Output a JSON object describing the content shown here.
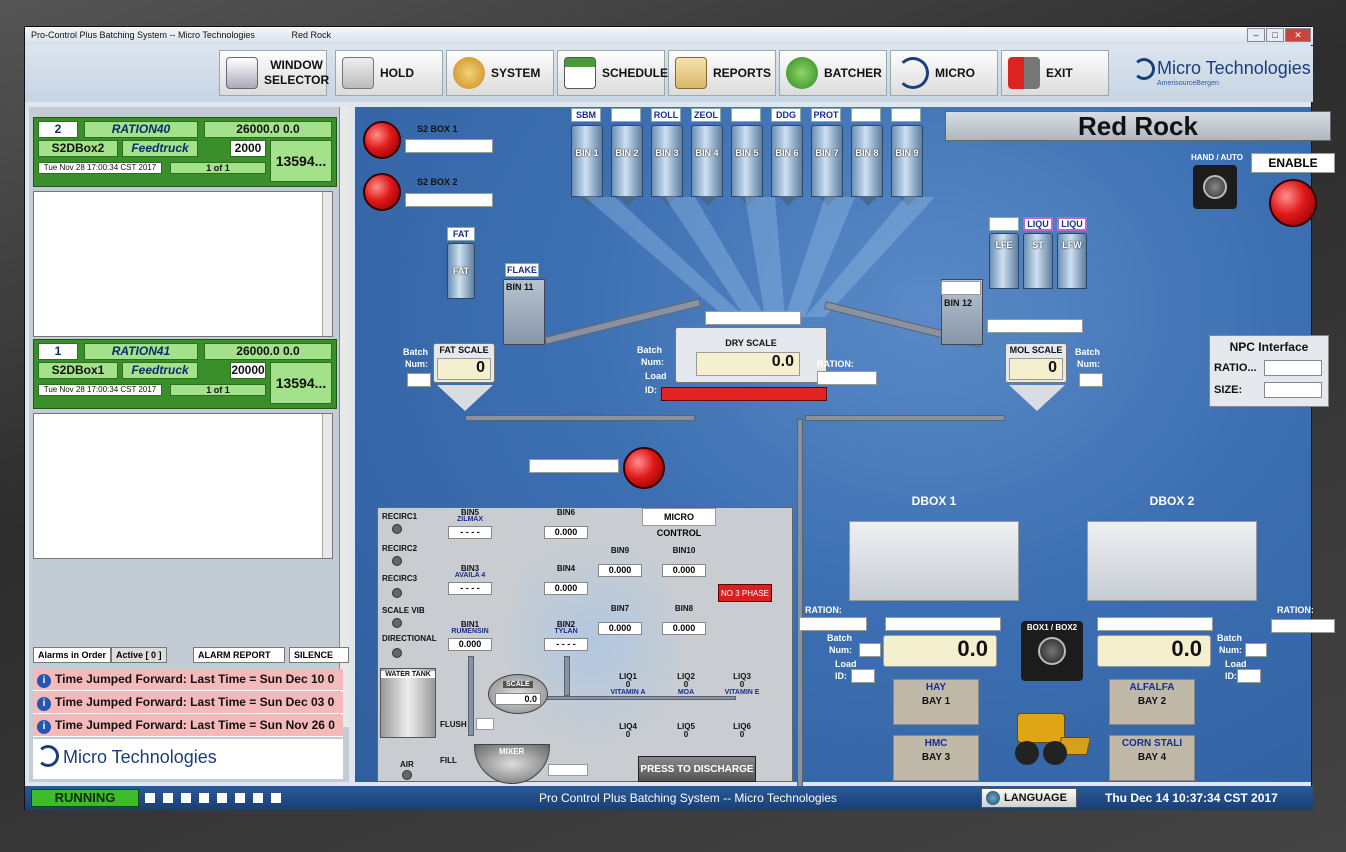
{
  "window": {
    "title": "Pro-Control Plus Batching System -- Micro Technologies",
    "subtitle": "Red Rock",
    "min": "–",
    "max": "□",
    "close": "✕"
  },
  "toolbar": {
    "window_selector_line1": "WINDOW",
    "window_selector_line2": "SELECTOR",
    "hold": "HOLD",
    "system": "SYSTEM",
    "schedule": "SCHEDULE",
    "reports": "REPORTS",
    "batcher": "BATCHER",
    "micro": "MICRO",
    "exit": "EXIT"
  },
  "brand": {
    "name": "Micro Technologies",
    "sub": "AmerisourceBergen"
  },
  "jobs": [
    {
      "num": "2",
      "ration": "RATION40",
      "amount": "26000.0  0.0",
      "box": "S2DBox2",
      "truck": "Feedtruck",
      "qty": "2000",
      "total": "13594...",
      "time": "Tue Nov 28 17:00:34 CST 2017",
      "page": "1 of 1"
    },
    {
      "num": "1",
      "ration": "RATION41",
      "amount": "26000.0  0.0",
      "box": "S2DBox1",
      "truck": "Feedtruck",
      "qty": "20000",
      "total": "13594...",
      "time": "Tue Nov 28 17:00:34 CST 2017",
      "page": "1 of 1"
    }
  ],
  "alarms": {
    "tab_order": "Alarms in Order",
    "tab_active": "Active [ 0 ]",
    "report": "ALARM REPORT",
    "silence": "SILENCE",
    "rows": [
      "Time Jumped Forward:  Last Time = Sun Dec 10 0",
      "Time Jumped Forward:  Last Time = Sun Dec 03 0",
      "Time Jumped Forward:  Last Time = Sun Nov 26 0"
    ]
  },
  "plant": {
    "name": "Red Rock",
    "hand_auto": "HAND / AUTO",
    "enable": "ENABLE",
    "s2box1": "S2 BOX 1",
    "s2box2": "S2 BOX 2",
    "bins": [
      {
        "tag": "SBM",
        "name": "BIN 1"
      },
      {
        "tag": "",
        "name": "BIN 2"
      },
      {
        "tag": "ROLL",
        "name": "BIN 3"
      },
      {
        "tag": "ZEOL",
        "name": "BIN 4"
      },
      {
        "tag": "",
        "name": "BIN 5"
      },
      {
        "tag": "DDG",
        "name": "BIN 6"
      },
      {
        "tag": "PROT",
        "name": "BIN 7"
      },
      {
        "tag": "",
        "name": "BIN 8"
      },
      {
        "tag": "",
        "name": "BIN 9"
      }
    ],
    "liq_tanks": [
      {
        "tag": "",
        "name": "LFE"
      },
      {
        "tag": "LIQU",
        "name": "ST"
      },
      {
        "tag": "LIQU",
        "name": "LFW"
      }
    ],
    "fat_tag": "FAT",
    "fat_bin": "FAT",
    "flake_tag": "FLAKE",
    "bin11": "BIN 11",
    "bin12": "BIN 12",
    "fat_scale": {
      "title": "FAT SCALE",
      "value": "0",
      "batch": "Batch",
      "num": "Num:"
    },
    "dry_scale": {
      "title": "DRY SCALE",
      "value": "0.0",
      "batch": "Batch",
      "num": "Num:",
      "load": "Load",
      "id": "ID:",
      "ration": "RATION:"
    },
    "mol_scale": {
      "title": "MOL SCALE",
      "value": "0",
      "batch": "Batch",
      "num": "Num:"
    },
    "npc": {
      "title": "NPC Interface",
      "ration": "RATIO...",
      "size": "SIZE:"
    }
  },
  "micro": {
    "control": "MICRO CONTROL",
    "no3phase": "NO 3 PHASE",
    "switches": [
      "RECIRC1",
      "RECIRC2",
      "RECIRC3",
      "SCALE VIB",
      "DIRECTIONAL"
    ],
    "water_tank": "WATER TANK",
    "flush": "FLUSH",
    "air": "AIR",
    "fill": "FILL",
    "scale": "SCALE",
    "scale_value": "0.0",
    "mixer": "MIXER",
    "discharge": "PRESS TO DISCHARGE",
    "bins": [
      {
        "id": "BIN5",
        "name": "ZILMAX",
        "value": "- - - -"
      },
      {
        "id": "BIN6",
        "name": "",
        "value": "0.000"
      },
      {
        "id": "BIN3",
        "name": "AVAILA 4",
        "value": "- - - -"
      },
      {
        "id": "BIN4",
        "name": "",
        "value": "0.000"
      },
      {
        "id": "BIN1",
        "name": "RUMENSIN",
        "value": "0.000"
      },
      {
        "id": "BIN2",
        "name": "TYLAN",
        "value": "- - - -"
      },
      {
        "id": "BIN9",
        "name": "",
        "value": "0.000"
      },
      {
        "id": "BIN10",
        "name": "",
        "value": "0.000"
      },
      {
        "id": "BIN7",
        "name": "",
        "value": "0.000"
      },
      {
        "id": "BIN8",
        "name": "",
        "value": "0.000"
      }
    ],
    "liqs": [
      {
        "id": "LIQ1",
        "value": "0",
        "name": "VITAMIN A"
      },
      {
        "id": "LIQ2",
        "value": "0",
        "name": "MOA"
      },
      {
        "id": "LIQ3",
        "value": "0",
        "name": "VITAMIN E"
      },
      {
        "id": "LIQ4",
        "value": "0",
        "name": ""
      },
      {
        "id": "LIQ5",
        "value": "0",
        "name": ""
      },
      {
        "id": "LIQ6",
        "value": "0",
        "name": ""
      }
    ]
  },
  "dboxes": {
    "d1": "DBOX 1",
    "d2": "DBOX 2",
    "sel": "BOX1 / BOX2",
    "v1": "0.0",
    "v2": "0.0",
    "ration": "RATION:",
    "batch": "Batch",
    "num": "Num:",
    "load": "Load",
    "id": "ID:",
    "bays": [
      {
        "name": "HAY",
        "bay": "BAY 1"
      },
      {
        "name": "ALFALFA",
        "bay": "BAY 2"
      },
      {
        "name": "HMC",
        "bay": "BAY 3"
      },
      {
        "name": "CORN STALI",
        "bay": "BAY 4"
      }
    ]
  },
  "status": {
    "state": "RUNNING",
    "center": "Pro Control Plus Batching System -- Micro Technologies",
    "language": "LANGUAGE",
    "datetime": "Thu Dec 14 10:37:34 CST 2017"
  },
  "colors": {
    "running": "#3dbb2a",
    "accent": "#1a3e7a",
    "alarm": "#f5b9b9"
  }
}
